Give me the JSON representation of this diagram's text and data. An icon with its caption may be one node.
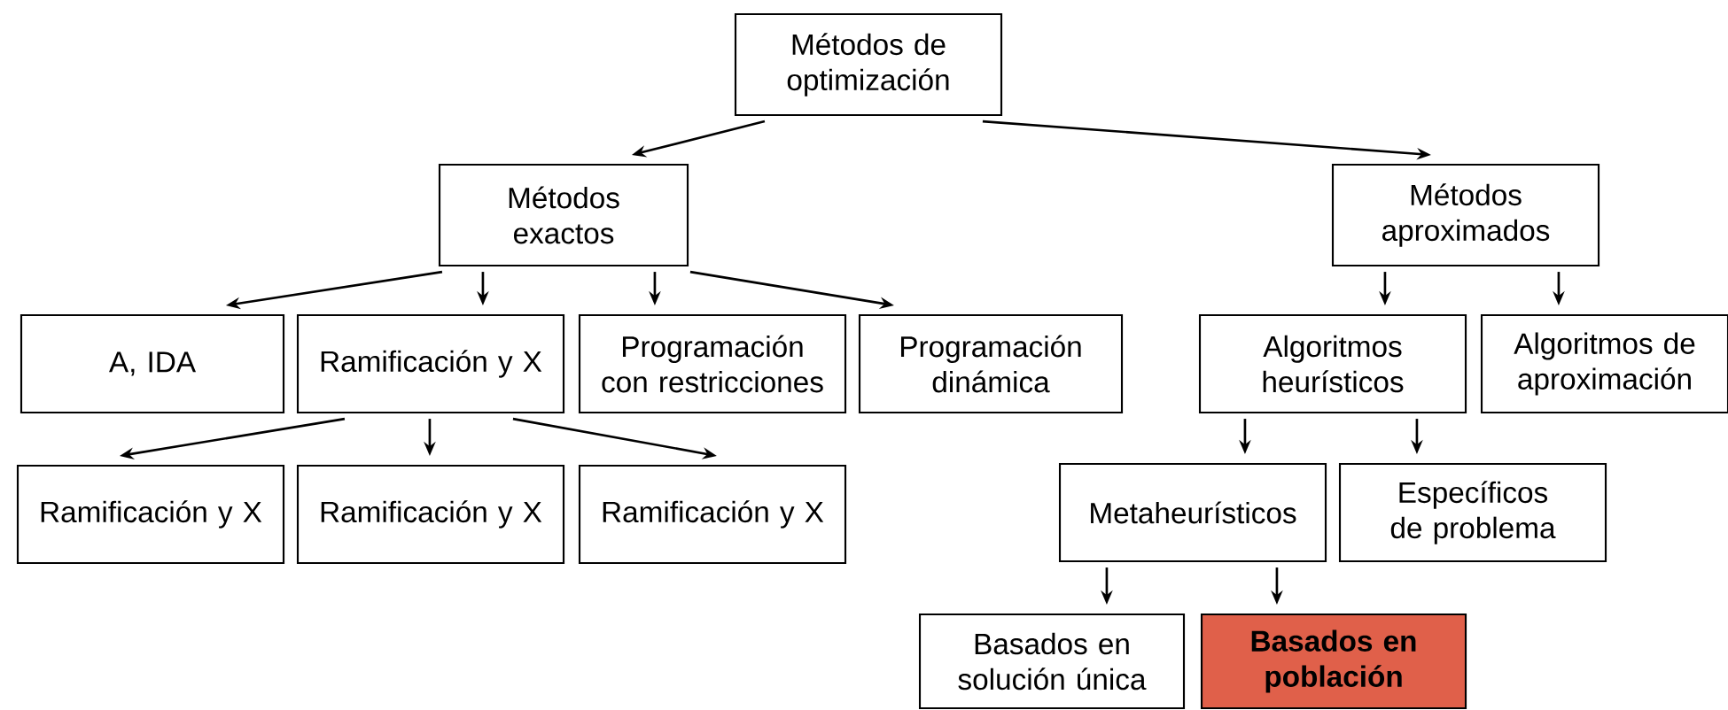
{
  "diagram": {
    "nodes": [
      {
        "text": [
          "Métodos de optimización"
        ]
      },
      {
        "text": [
          "Métodos exactos"
        ]
      },
      {
        "text": [
          "Métodos aproximados"
        ]
      },
      {
        "text": [
          "A, IDA"
        ]
      },
      {
        "text": [
          "Ramificación y X"
        ]
      },
      {
        "text": [
          "Programación con restricciones"
        ]
      },
      {
        "text": [
          "Programación dinámica"
        ]
      },
      {
        "text": [
          "Algoritmos heurísticos"
        ]
      },
      {
        "text": [
          "Algoritmos de aproximación"
        ]
      },
      {
        "text": [
          "Ramificación y X"
        ]
      },
      {
        "text": [
          "Ramificación y X"
        ]
      },
      {
        "text": [
          "Ramificación y X"
        ]
      },
      {
        "text": [
          "Metaheurísticos"
        ]
      },
      {
        "text": [
          "Específicos de problema"
        ]
      },
      {
        "text": [
          "Basados en solución única"
        ]
      },
      {
        "text": [
          "Basados en población"
        ]
      }
    ],
    "edges": [
      {
        "from": 0,
        "to": 1,
        "arrow": "to"
      },
      {
        "from": 0,
        "to": 2,
        "arrow": "to"
      },
      {
        "from": 1,
        "to": 3,
        "arrow": "to"
      },
      {
        "from": 1,
        "to": 4,
        "arrow": "to"
      },
      {
        "from": 1,
        "to": 5,
        "arrow": "to"
      },
      {
        "from": 1,
        "to": 6,
        "arrow": "to"
      },
      {
        "from": 2,
        "to": 7,
        "arrow": "to"
      },
      {
        "from": 2,
        "to": 8,
        "arrow": "to"
      },
      {
        "from": 4,
        "to": 9,
        "arrow": "to"
      },
      {
        "from": 4,
        "to": 10,
        "arrow": "to"
      },
      {
        "from": 4,
        "to": 11,
        "arrow": "to"
      },
      {
        "from": 7,
        "to": 12,
        "arrow": "to"
      },
      {
        "from": 7,
        "to": 13,
        "arrow": "to"
      },
      {
        "from": 12,
        "to": 14,
        "arrow": "to"
      },
      {
        "from": 12,
        "to": 15,
        "arrow": "to"
      }
    ]
  }
}
